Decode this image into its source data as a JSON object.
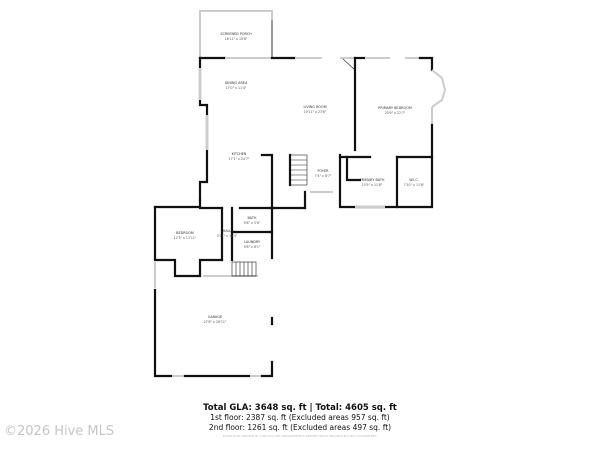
{
  "rooms": [
    {
      "name": "SCREENED PORCH",
      "dim": "16'11\" x 10'8\""
    },
    {
      "name": "DINING AREA",
      "dim": "17'0\" x 11'4\""
    },
    {
      "name": "LIVING ROOM",
      "dim": "19'11\" x 23'6\""
    },
    {
      "name": "PRIMARY BEDROOM",
      "dim": "20'9\" x 22'7\""
    },
    {
      "name": "KITCHEN",
      "dim": "17'1\" x 24'7\""
    },
    {
      "name": "FOYER",
      "dim": "7'4\" x 8'7\""
    },
    {
      "name": "PRIMARY BATH",
      "dim": "13'5\" x 11'8\""
    },
    {
      "name": "W.I.C.",
      "dim": "7'10\" x 11'8\""
    },
    {
      "name": "BEDROOM",
      "dim": "12'3\" x 11'11\""
    },
    {
      "name": "HALL",
      "dim": "3'11\" x 12'3\""
    },
    {
      "name": "BATH",
      "dim": "9'8\" x 5'6\""
    },
    {
      "name": "LAUNDRY",
      "dim": "9'8\" x 6'1\""
    },
    {
      "name": "GARAGE",
      "dim": "27'6\" x 26'11\""
    }
  ],
  "summary": {
    "total": "Total GLA: 3648 sq. ft | Total: 4605 sq. ft",
    "first_floor": "1st floor: 2387 sq. ft (Excluded areas 957 sq. ft)",
    "second_floor": "2nd floor: 1261 sq. ft (Excluded areas 497 sq. ft)",
    "disclaimer": "FLOOR PLAN CREATED BY CUBICASA APP. MEASUREMENTS DEEMED HIGHLY RELIABLE BUT NOT GUARANTEED."
  },
  "watermark": "©2026 Hive MLS"
}
